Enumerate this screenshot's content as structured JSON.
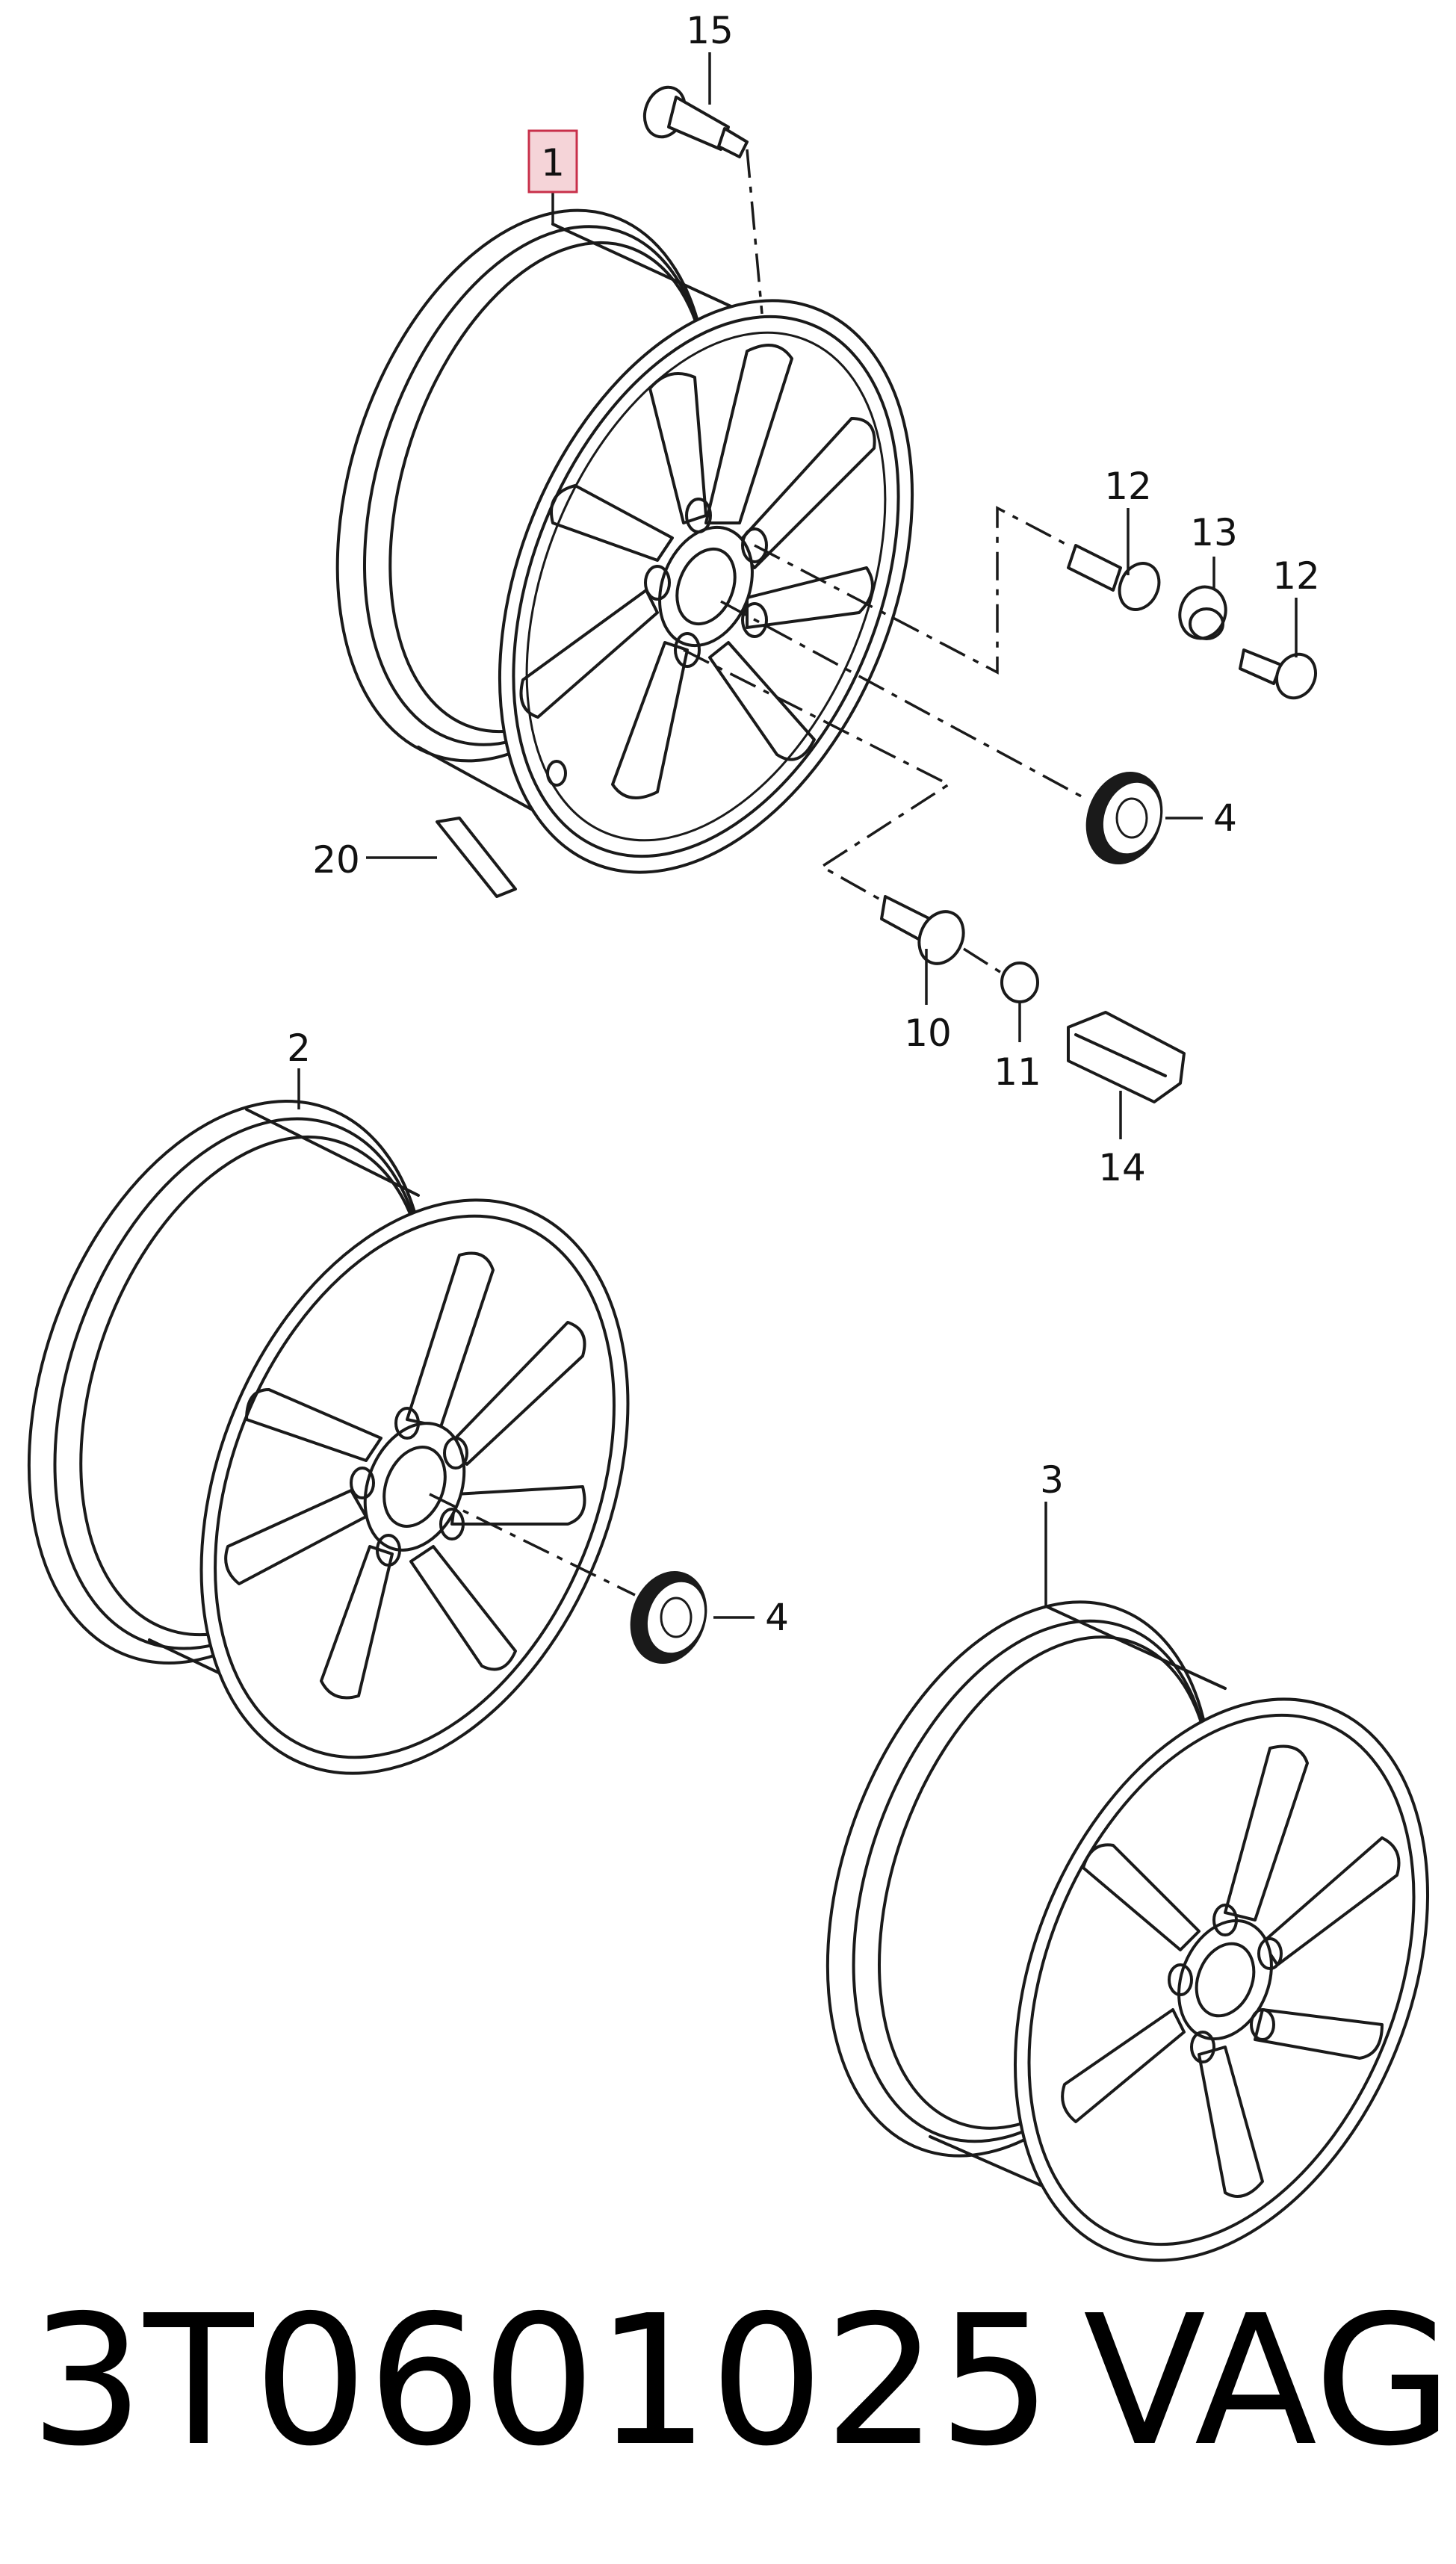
{
  "diagram": {
    "part_number": "3T0601025",
    "brand": "VAG",
    "highlight_color": "#c8304a",
    "callouts": {
      "c1": "1",
      "c2": "2",
      "c3": "3",
      "c4a": "4",
      "c4b": "4",
      "c10": "10",
      "c11": "11",
      "c12a": "12",
      "c12b": "12",
      "c13": "13",
      "c14": "14",
      "c15": "15",
      "c20": "20"
    }
  }
}
